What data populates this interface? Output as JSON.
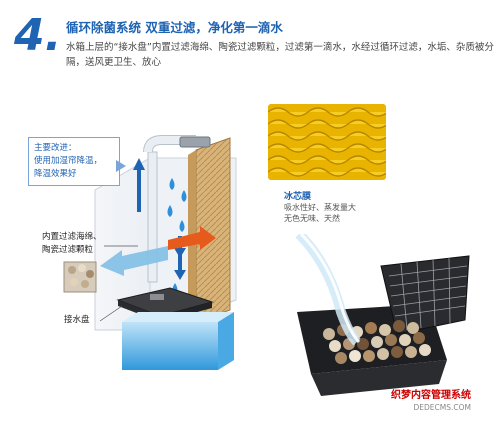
{
  "header": {
    "step_number": "4.",
    "title": "循环除菌系统  双重过滤，净化第一滴水",
    "description": "水箱上层的“接水盘”内置过滤海绵、陶瓷过滤颗粒，过滤第一滴水，水经过循环过滤，水垢、杂质被分隔，送风更卫生、放心"
  },
  "diagram": {
    "callout_lines": [
      "主要改进：",
      "使用加湿帘降温，",
      "降温效果好"
    ],
    "filter_label_lines": [
      "内置过滤海绵、",
      "陶瓷过滤颗粒"
    ],
    "tray_label": "接水盘"
  },
  "cooling_pad": {
    "title": "冰芯膜",
    "desc_lines": [
      "吸水性好、蒸发量大",
      "无色无味、天然"
    ]
  },
  "watermark": {
    "line1": "织梦内容管理系统",
    "line2": "DEDECMS.COM"
  }
}
